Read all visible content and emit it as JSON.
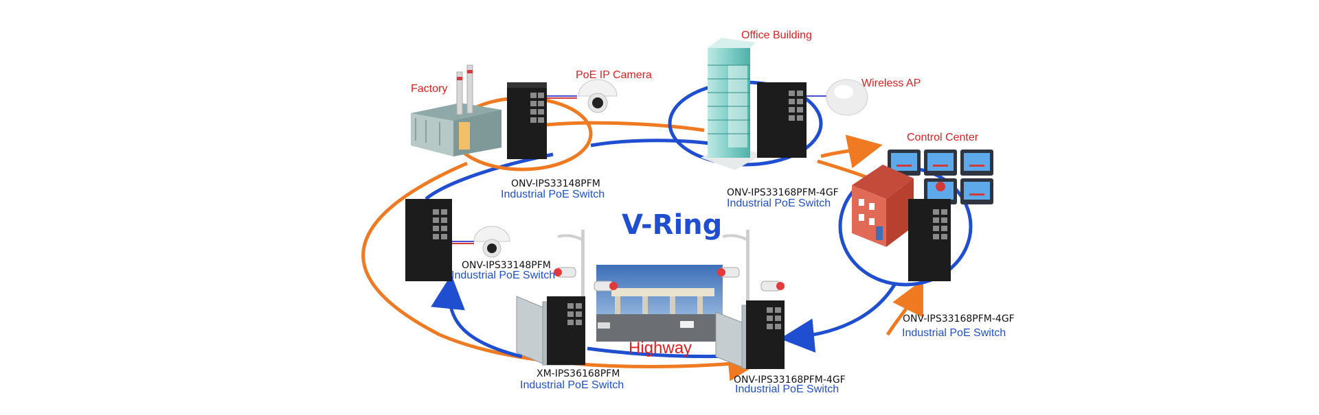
{
  "title": "V-Ring",
  "locations": {
    "factory": "Factory",
    "poe_camera": "PoE IP Camera",
    "office_building": "Office Building",
    "wireless_ap": "Wireless AP",
    "control_center": "Control Center",
    "highway": "Highway"
  },
  "switches": [
    {
      "model": "ONV-IPS33148PFM",
      "type": "Industrial PoE Switch"
    },
    {
      "model": "ONV-IPS33168PFM-4GF",
      "type": "Industrial PoE Switch"
    },
    {
      "model": "ONV-IPS33148PFM",
      "type": "Industrial PoE Switch"
    },
    {
      "model": "ONV-IPS33168PFM-4GF",
      "type": "Industrial PoE Switch"
    },
    {
      "model": "XM-IPS36168PFM",
      "type": "Industrial PoE Switch"
    },
    {
      "model": "ONV-IPS33168PFM-4GF",
      "type": "Industrial PoE Switch"
    }
  ],
  "colors": {
    "ring_outer": "#f07a21",
    "ring_inner": "#1f4fd0",
    "label_red": "#e11d1d",
    "label_blue": "#1f4fd0"
  }
}
